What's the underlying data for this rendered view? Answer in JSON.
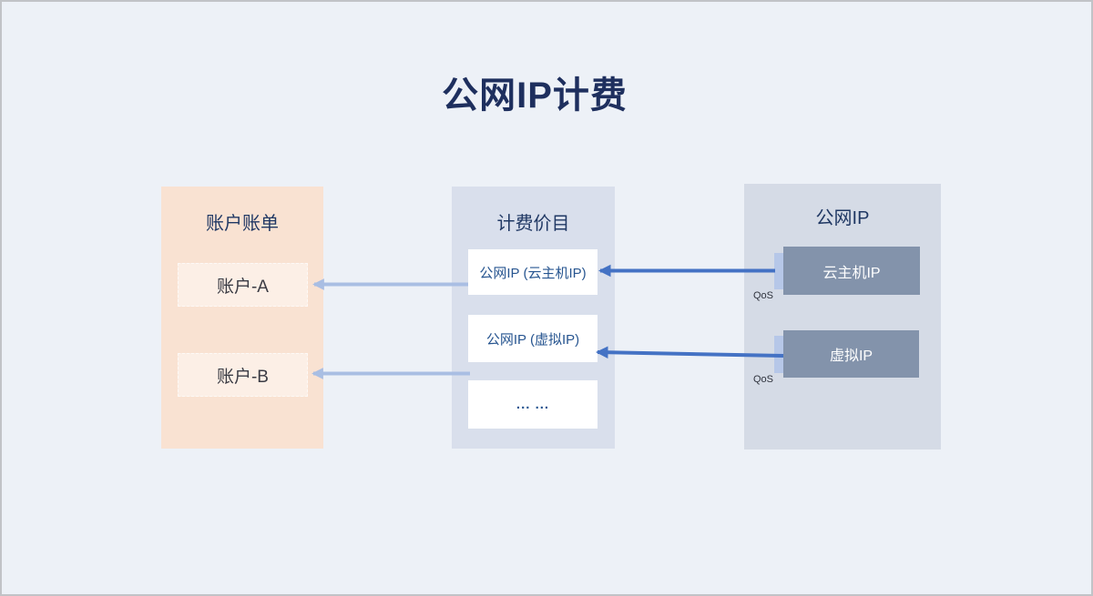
{
  "title": "公网IP计费",
  "panels": {
    "account": {
      "header": "账户账单",
      "items": [
        "账户-A",
        "账户-B"
      ]
    },
    "pricing": {
      "header": "计费价目",
      "items": [
        "公网IP (云主机IP)",
        "公网IP (虚拟IP)",
        "... ..."
      ]
    },
    "public_ip": {
      "header": "公网IP",
      "items": [
        "云主机IP",
        "虚拟IP"
      ],
      "qos_label": "QoS"
    }
  },
  "connections": [
    {
      "from": "云主机IP",
      "to": "公网IP (云主机IP)",
      "port": "QoS",
      "style": "dark-blue"
    },
    {
      "from": "虚拟IP",
      "to": "公网IP (虚拟IP)",
      "port": "QoS",
      "style": "dark-blue"
    },
    {
      "from": "公网IP (云主机IP)",
      "to": "账户-A",
      "style": "light-blue"
    },
    {
      "from": "公网IP (虚拟IP)",
      "to": "账户-B",
      "style": "light-blue"
    }
  ],
  "colors": {
    "page_bg": "#EDF1F7",
    "frame_border": "#C1C3C7",
    "account_panel": "#F9E2D2",
    "account_item": "#FCEFE6",
    "pricing_panel": "#D9DFEC",
    "public_panel": "#D5DBE6",
    "ip_box": "#8393AB",
    "ip_text": "#FFFFFF",
    "qos_tab": "#B6C7E8",
    "arrow_dark": "#4472C4",
    "arrow_light": "#A9BEE3",
    "title_text": "#1E2F5E",
    "header_text": "#203864",
    "pricing_text": "#275590",
    "account_text": "#3B3C45",
    "qos_text": "#2F333D"
  }
}
